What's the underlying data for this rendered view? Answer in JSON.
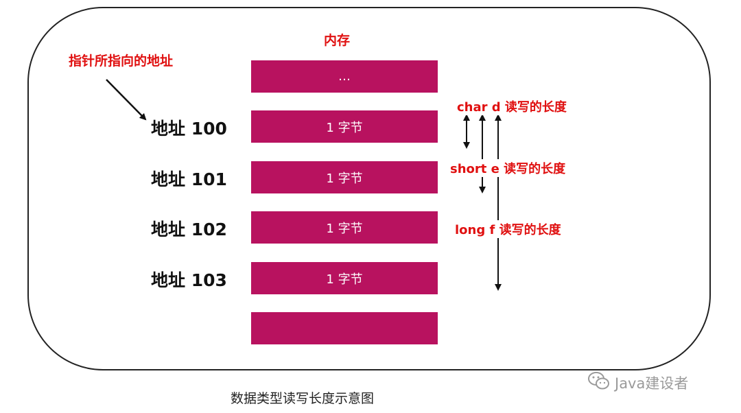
{
  "memory_title": "内存",
  "pointer_label": "指针所指向的地址",
  "cells": [
    {
      "label": "…"
    },
    {
      "label": "1 字节"
    },
    {
      "label": "1 字节"
    },
    {
      "label": "1 字节"
    },
    {
      "label": "1 字节"
    },
    {
      "label": ""
    }
  ],
  "addresses": [
    "地址 100",
    "地址 101",
    "地址 102",
    "地址 103"
  ],
  "lengths": {
    "char": "char d 读写的长度",
    "short": "short e 读写的长度",
    "long": "long f 读写的长度"
  },
  "caption": "数据类型读写长度示意图",
  "watermark": {
    "icon": "wechat-icon",
    "text": "Java建设者"
  },
  "colors": {
    "cell": "#b8125f",
    "label_red": "#e01010"
  }
}
